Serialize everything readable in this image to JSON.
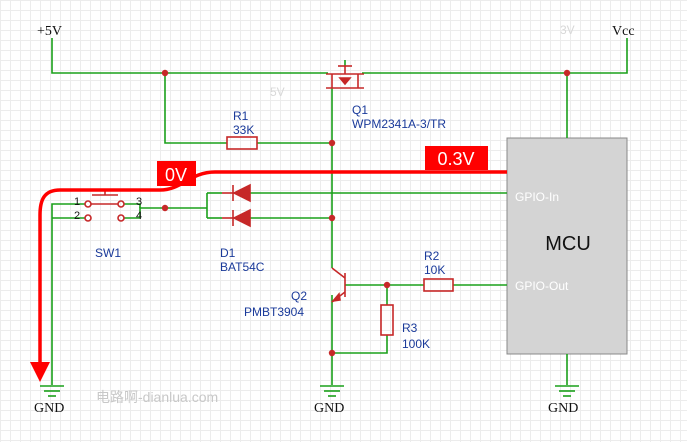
{
  "rails": {
    "plus5v": "+5V",
    "vcc": "Vcc",
    "gnd_left": "GND",
    "gnd_mid": "GND",
    "gnd_right": "GND"
  },
  "overlay": {
    "faint_5v": "5V",
    "faint_3v": "3V"
  },
  "q1": {
    "ref": "Q1",
    "part": "WPM2341A-3/TR"
  },
  "r1": {
    "ref": "R1",
    "value": "33K"
  },
  "r2": {
    "ref": "R2",
    "value": "10K"
  },
  "r3": {
    "ref": "R3",
    "value": "100K"
  },
  "d1": {
    "ref": "D1",
    "part": "BAT54C"
  },
  "q2": {
    "ref": "Q2",
    "part": "PMBT3904"
  },
  "sw1": {
    "ref": "SW1",
    "pins": [
      "1",
      "2",
      "3",
      "4"
    ]
  },
  "mcu": {
    "label": "MCU",
    "gpio_in": "GPIO-In",
    "gpio_out": "GPIO-Out"
  },
  "annotations": {
    "zero_v": "0V",
    "point3_v": "0.3V"
  },
  "watermark": "电路啊-dianlua.com",
  "colors": {
    "wire": "#1aa01a",
    "junction": "#c62828",
    "component": "#c62828",
    "label": "#1a3a9a",
    "mcu_fill": "#d4d4d4",
    "annotation": "#ff0000"
  }
}
